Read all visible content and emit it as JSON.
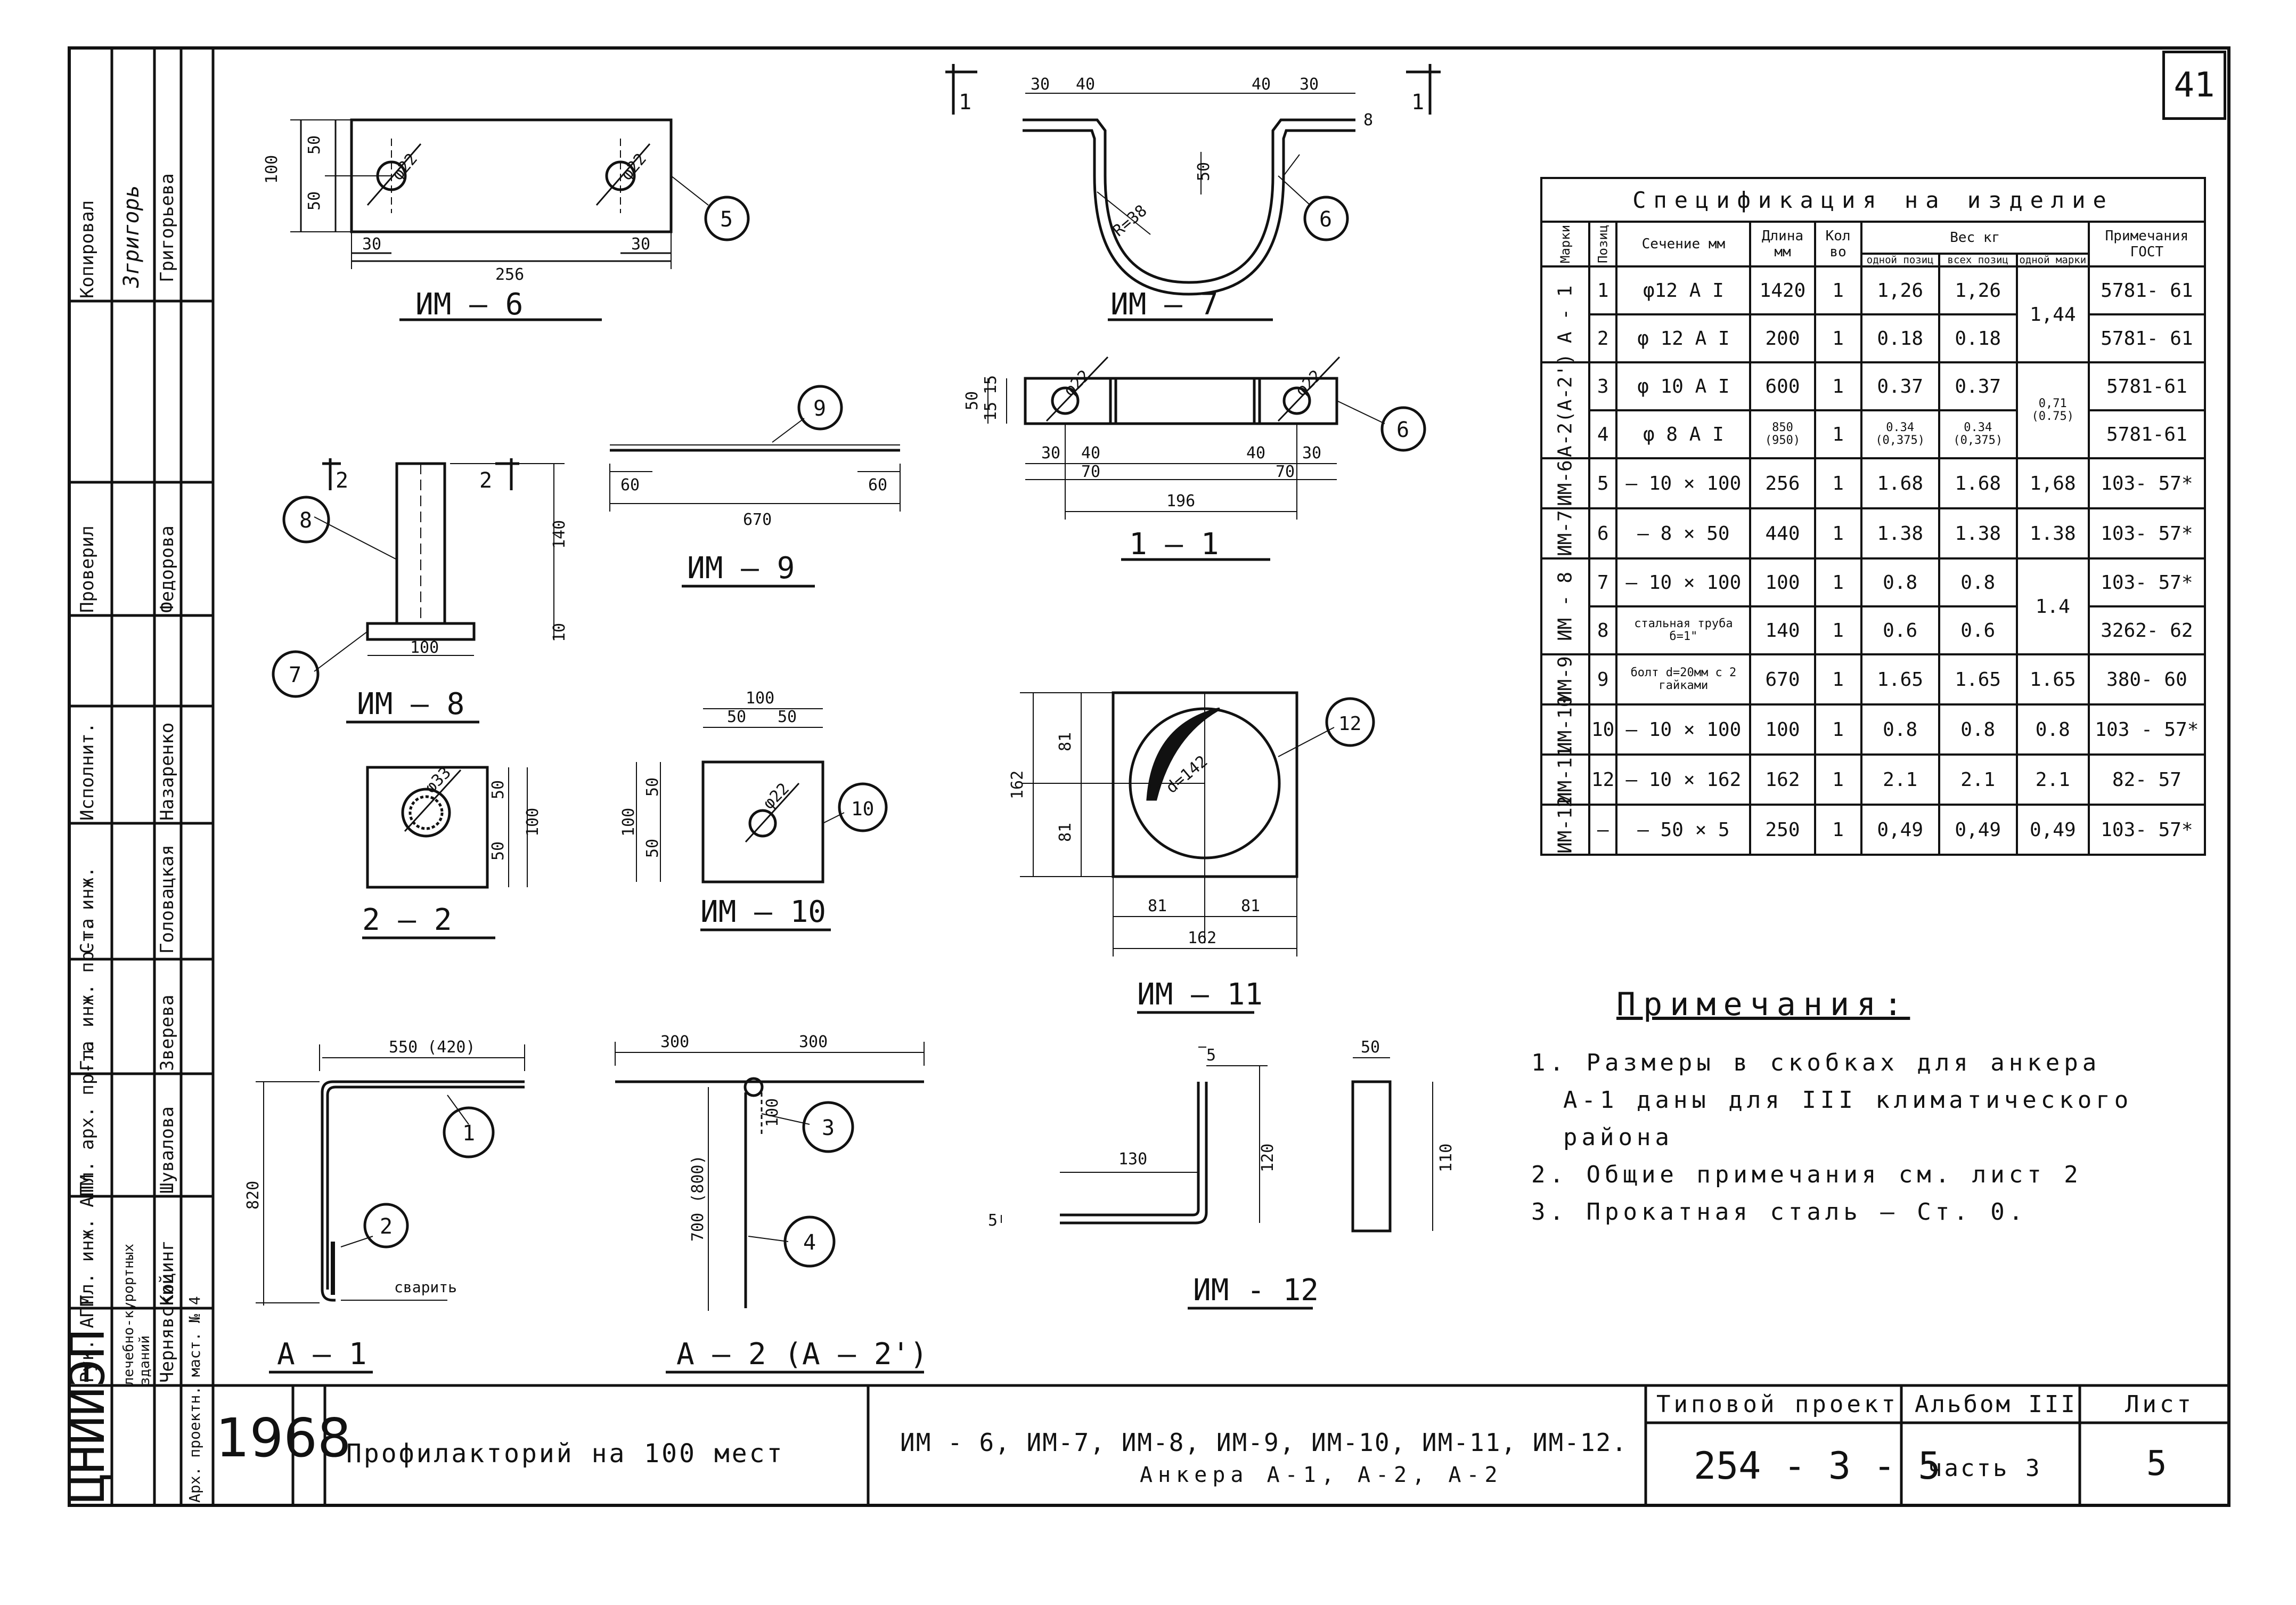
{
  "page_number": "41",
  "drawings": {
    "im6": {
      "label": "ИМ — 6",
      "dims": [
        "100",
        "50",
        "50",
        "30",
        "256",
        "30"
      ],
      "holes": [
        "φ22",
        "φ22"
      ],
      "marker": "5"
    },
    "im7": {
      "label": "ИМ — 7",
      "dims": [
        "30",
        "40",
        "40",
        "30",
        "50",
        "8",
        "R=38"
      ],
      "marker": "6",
      "section_marks": [
        "1",
        "1"
      ]
    },
    "sec11": {
      "label": "1 — 1",
      "dims": [
        "50",
        "15",
        "15",
        "30",
        "40",
        "40",
        "30",
        "70",
        "70",
        "196"
      ],
      "holes": [
        "φ22",
        "φ22"
      ],
      "marker": "6"
    },
    "im8": {
      "label": "ИМ — 8",
      "dims": [
        "140",
        "10",
        "100"
      ],
      "markers": [
        "8",
        "7"
      ],
      "section_marks": [
        "2",
        "2"
      ]
    },
    "im9": {
      "label": "ИМ — 9",
      "dims": [
        "60",
        "670",
        "60"
      ],
      "marker": "9"
    },
    "sec22": {
      "label": "2 — 2",
      "dims": [
        "50",
        "50",
        "100"
      ],
      "hole": "φ33"
    },
    "im10": {
      "label": "ИМ — 10",
      "dims": [
        "100",
        "50",
        "50",
        "100",
        "50",
        "50"
      ],
      "hole": "φ22",
      "marker": "10"
    },
    "im11": {
      "label": "ИМ — 11",
      "dims": [
        "162",
        "81",
        "81",
        "81",
        "81",
        "162"
      ],
      "hole": "d=142",
      "marker": "12"
    },
    "a1": {
      "label": "А — 1",
      "dims": [
        "550 (420)",
        "820"
      ],
      "markers": [
        "1",
        "2"
      ],
      "weld": "сварить"
    },
    "a2": {
      "label": "А — 2 (А — 2')",
      "dims": [
        "300",
        "300",
        "100",
        "700 (800)"
      ],
      "markers": [
        "3",
        "4"
      ]
    },
    "im12": {
      "label": "ИМ - 12",
      "dims": [
        "5",
        "130",
        "120",
        "5",
        "50",
        "110"
      ]
    }
  },
  "spec_table": {
    "title": "Спецификация на изделие",
    "headers": {
      "marka": "Марки",
      "pozic": "Позиц",
      "sechenie": "Сечение мм",
      "dlina": "Длина мм",
      "kol": "Кол во",
      "ves": "Вес кг",
      "ves_odnoi": "одной позиц",
      "ves_vseh": "всех позиц",
      "ves_marki": "одной марки",
      "prim": "Примечания ГОСТ"
    },
    "rows": [
      {
        "marka": "А - 1",
        "poz": "1",
        "sech": "φ12 А I",
        "dl": "1420",
        "kol": "1",
        "w1": "1,26",
        "w2": "1,26",
        "wm": "1,44",
        "gost": "5781- 61"
      },
      {
        "marka": "",
        "poz": "2",
        "sech": "φ 12 А I",
        "dl": "200",
        "kol": "1",
        "w1": "0.18",
        "w2": "0.18",
        "wm": "",
        "gost": "5781- 61"
      },
      {
        "marka": "А-2(А-2')",
        "poz": "3",
        "sech": "φ 10 А I",
        "dl": "600",
        "kol": "1",
        "w1": "0.37",
        "w2": "0.37",
        "wm": "0,71 (0.75)",
        "gost": "5781-61"
      },
      {
        "marka": "",
        "poz": "4",
        "sech": "φ 8 А I",
        "dl": "850 (950)",
        "kol": "1",
        "w1": "0.34 (0,375)",
        "w2": "0.34 (0,375)",
        "wm": "",
        "gost": "5781-61"
      },
      {
        "marka": "ИМ-6",
        "poz": "5",
        "sech": "– 10 × 100",
        "dl": "256",
        "kol": "1",
        "w1": "1.68",
        "w2": "1.68",
        "wm": "1,68",
        "gost": "103- 57*"
      },
      {
        "marka": "ИМ-7",
        "poz": "6",
        "sech": "– 8 × 50",
        "dl": "440",
        "kol": "1",
        "w1": "1.38",
        "w2": "1.38",
        "wm": "1.38",
        "gost": "103- 57*"
      },
      {
        "marka": "ИМ - 8",
        "poz": "7",
        "sech": "– 10 × 100",
        "dl": "100",
        "kol": "1",
        "w1": "0.8",
        "w2": "0.8",
        "wm": "1.4",
        "gost": "103- 57*"
      },
      {
        "marka": "",
        "poz": "8",
        "sech": "стальная труба б=1\"",
        "dl": "140",
        "kol": "1",
        "w1": "0.6",
        "w2": "0.6",
        "wm": "",
        "gost": "3262- 62"
      },
      {
        "marka": "ИМ-9",
        "poz": "9",
        "sech": "болт d=20мм с 2 гайками",
        "dl": "670",
        "kol": "1",
        "w1": "1.65",
        "w2": "1.65",
        "wm": "1.65",
        "gost": "380- 60"
      },
      {
        "marka": "ИМ-10",
        "poz": "10",
        "sech": "– 10 × 100",
        "dl": "100",
        "kol": "1",
        "w1": "0.8",
        "w2": "0.8",
        "wm": "0.8",
        "gost": "103 - 57*"
      },
      {
        "marka": "ИМ-11",
        "poz": "12",
        "sech": "– 10 × 162",
        "dl": "162",
        "kol": "1",
        "w1": "2.1",
        "w2": "2.1",
        "wm": "2.1",
        "gost": "82- 57"
      },
      {
        "marka": "ИМ-12",
        "poz": "–",
        "sech": "– 50 × 5",
        "dl": "250",
        "kol": "1",
        "w1": "0,49",
        "w2": "0,49",
        "wm": "0,49",
        "gost": "103- 57*"
      }
    ]
  },
  "notes": {
    "title": "Примечания:",
    "items": [
      "1. Размеры в скобках для анкера",
      "А-1 даны для III климатического района",
      "2. Общие примечания см. лист 2",
      "3. Прокатная сталь – Ст. 0."
    ]
  },
  "stamp": {
    "roles": [
      "Арх. проектн. маст. № 4",
      "Рук. АПМ",
      "Гл. инж. АПМ",
      "Гл. арх. пр-та",
      "Гл. инж. пр-та",
      "Ст. инж.",
      "Исполнит.",
      "Проверил"
    ],
    "names": [
      "Чернявский",
      "Коцинг",
      "Шувалова",
      "Зверева",
      "Головацкая",
      "Назаренко",
      "Федорова"
    ],
    "copied": {
      "label": "Копировал",
      "name": "Григорьева",
      "sign": "Згригорь"
    },
    "org": "ЦНИИЭП",
    "org_sub": "лечебно-курортных зданий",
    "year": "1968",
    "project_name": "Профилакторий на 100 мест",
    "contents_1": "ИМ - 6, ИМ-7, ИМ-8, ИМ-9, ИМ-10, ИМ-11, ИМ-12.",
    "contents_2": "Анкера А-1, А-2, А-2",
    "typ_label": "Типовой проект",
    "typ_value": "254 - 3 - 5",
    "album_label": "Альбом III",
    "album_value": "часть 3",
    "sheet_label": "Лист",
    "sheet_value": "5"
  }
}
